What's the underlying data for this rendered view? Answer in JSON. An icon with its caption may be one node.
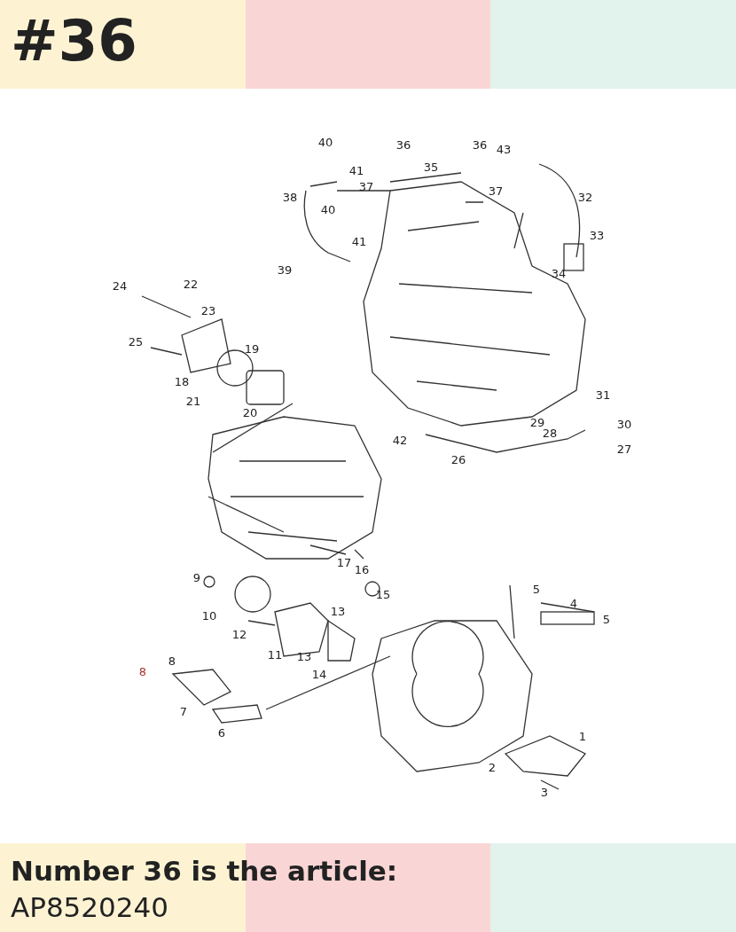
{
  "diagram": {
    "title": "#36",
    "labels": [
      "40",
      "36",
      "36",
      "43",
      "41",
      "35",
      "38",
      "37",
      "37",
      "32",
      "40",
      "33",
      "41",
      "39",
      "34",
      "24",
      "22",
      "23",
      "19",
      "25",
      "18",
      "21",
      "20",
      "31",
      "29",
      "30",
      "28",
      "42",
      "27",
      "26",
      "17",
      "16",
      "5",
      "9",
      "15",
      "4",
      "10",
      "5",
      "13",
      "12",
      "11",
      "13",
      "8",
      "8",
      "14",
      "7",
      "6",
      "1",
      "2",
      "3",
      "Number 36 is the article:",
      "AP8520240"
    ]
  }
}
